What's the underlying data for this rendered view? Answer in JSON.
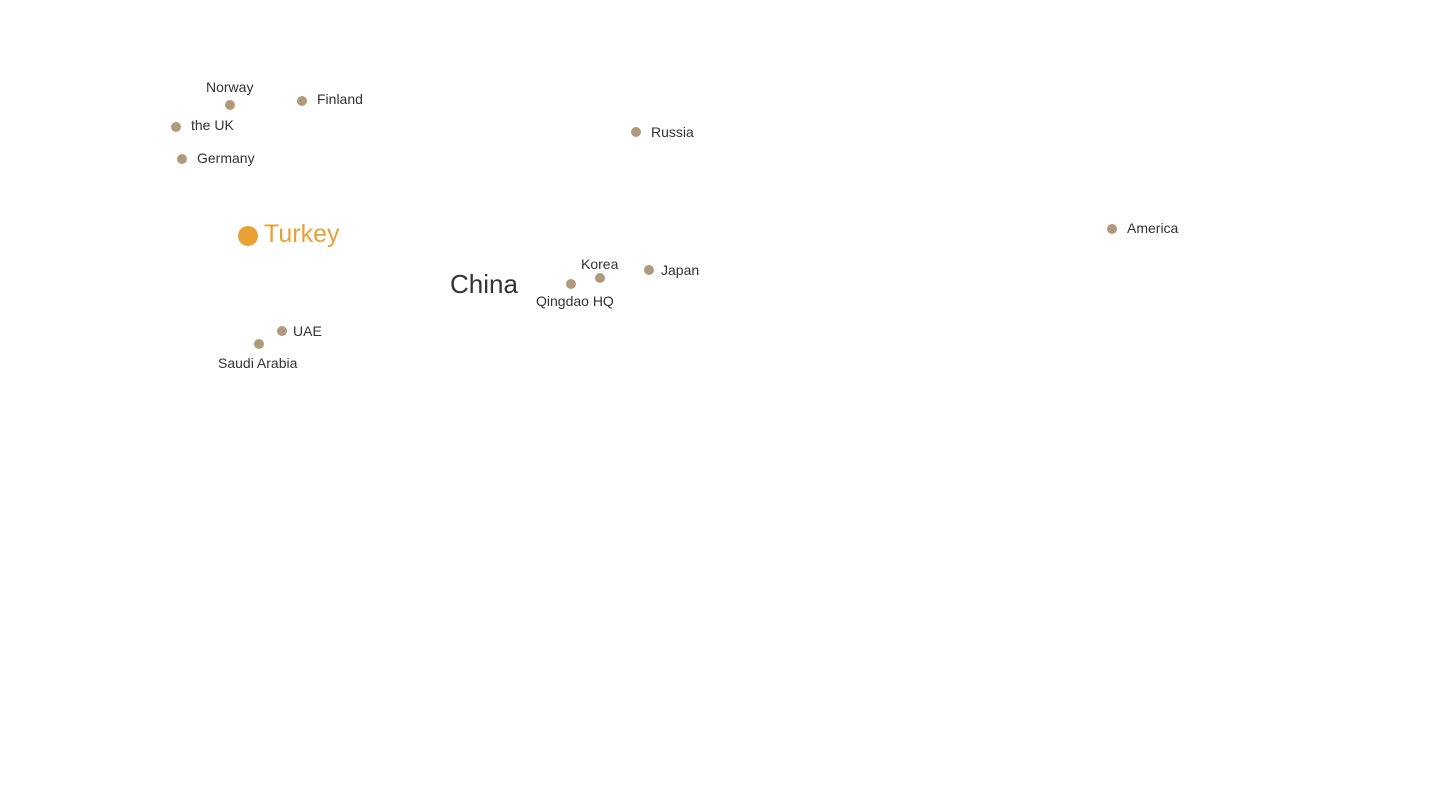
{
  "colors": {
    "marker": "#b09a7c",
    "highlight": "#e9a136",
    "label": "#333333"
  },
  "region_label": "China",
  "locations": [
    {
      "id": "norway",
      "name": "Norway",
      "type": "office"
    },
    {
      "id": "finland",
      "name": "Finland",
      "type": "office"
    },
    {
      "id": "uk",
      "name": "the UK",
      "type": "office"
    },
    {
      "id": "germany",
      "name": "Germany",
      "type": "office"
    },
    {
      "id": "russia",
      "name": "Russia",
      "type": "office"
    },
    {
      "id": "turkey",
      "name": "Turkey",
      "type": "highlighted"
    },
    {
      "id": "america",
      "name": "America",
      "type": "office"
    },
    {
      "id": "korea",
      "name": "Korea",
      "type": "office"
    },
    {
      "id": "japan",
      "name": "Japan",
      "type": "office"
    },
    {
      "id": "qingdao",
      "name": "Qingdao HQ",
      "type": "headquarters"
    },
    {
      "id": "uae",
      "name": "UAE",
      "type": "office"
    },
    {
      "id": "saudi-arabia",
      "name": "Saudi Arabia",
      "type": "office"
    }
  ]
}
